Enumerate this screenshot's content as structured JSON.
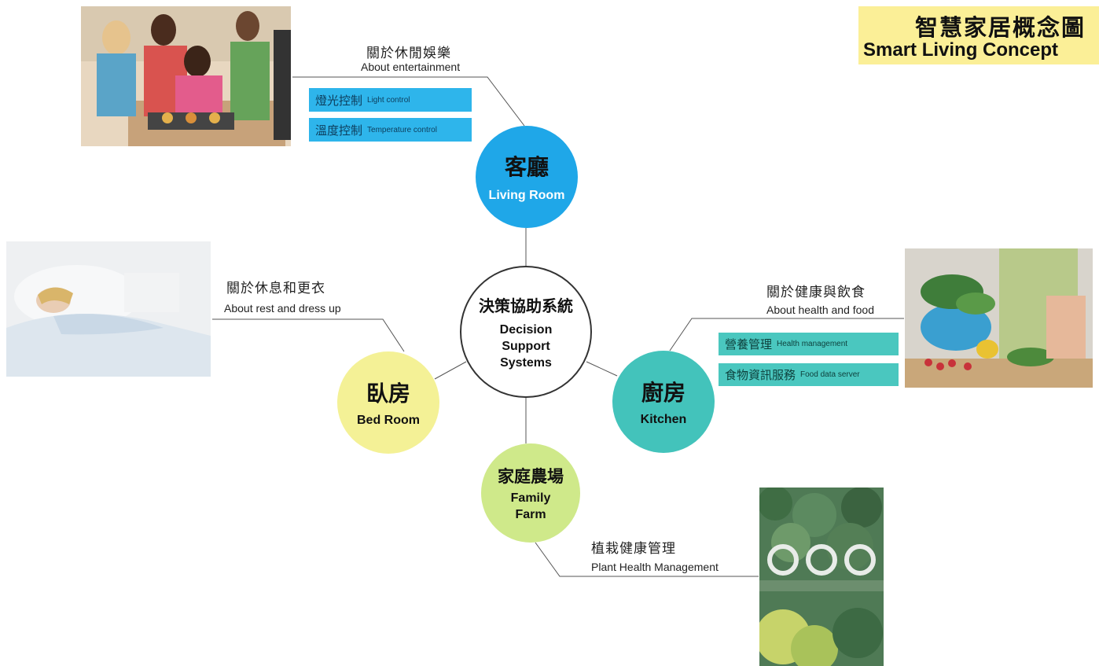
{
  "title": {
    "zh": "智慧家居概念圖",
    "en": "Smart Living Concept"
  },
  "center": {
    "zh": "決策協助系統",
    "en_lines": [
      "Decision",
      "Support",
      "Systems"
    ]
  },
  "nodes": {
    "living_room": {
      "zh": "客廳",
      "en": "Living Room",
      "color": "#1fa7e8",
      "topic_zh": "關於休閒娛樂",
      "topic_en": "About entertainment",
      "features": [
        {
          "zh": "燈光控制",
          "en": "Light control"
        },
        {
          "zh": "溫度控制",
          "en": "Temperature control"
        }
      ]
    },
    "bed_room": {
      "zh": "臥房",
      "en": "Bed Room",
      "color": "#f4f196",
      "topic_zh": "關於休息和更衣",
      "topic_en": "About rest and dress up"
    },
    "kitchen": {
      "zh": "廚房",
      "en": "Kitchen",
      "color": "#43c3bb",
      "topic_zh": "關於健康與飲食",
      "topic_en": "About health and food",
      "features": [
        {
          "zh": "營養管理",
          "en": "Health management"
        },
        {
          "zh": "食物資訊服務",
          "en": "Food data server"
        }
      ]
    },
    "family_farm": {
      "zh": "家庭農場",
      "en_lines": [
        "Family",
        "Farm"
      ],
      "color": "#cfe98a",
      "topic_zh": "植栽健康管理",
      "topic_en": "Plant Health Management"
    }
  }
}
